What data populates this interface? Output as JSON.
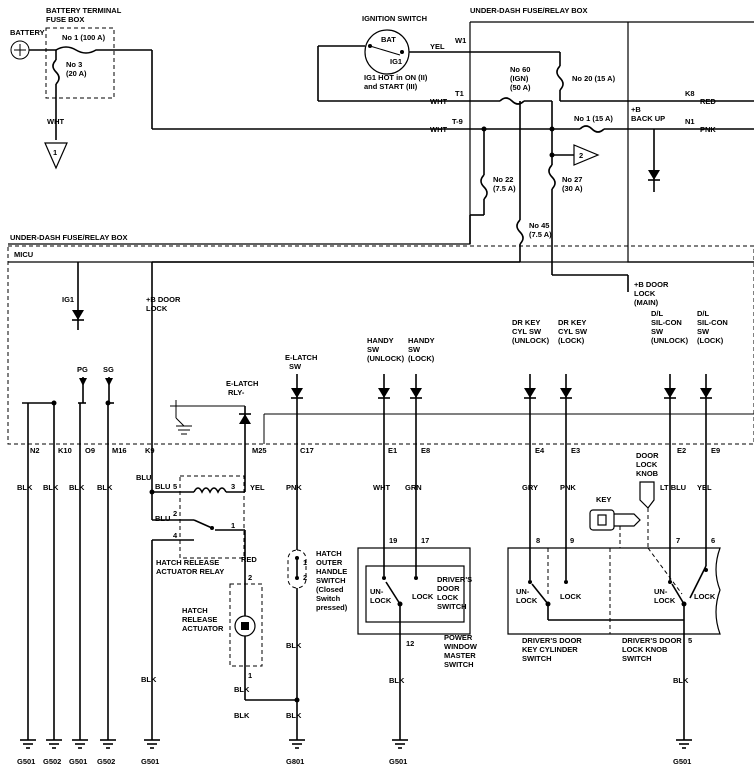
{
  "battery": {
    "label": "BATTERY"
  },
  "battery_fuse_box": {
    "title_line1": "BATTERY TERMINAL",
    "title_line2": "FUSE BOX",
    "fuse1": "No 1 (100 A)",
    "fuse3a": "No 3",
    "fuse3b": "(20 A)",
    "wire": "WHT",
    "ref": "1"
  },
  "ignition_switch": {
    "title": "IGNITION SWITCH",
    "bat": "BAT",
    "ig1": "IG1",
    "note1": "IG1 HOT in ON (II)",
    "note2": "and START (III)"
  },
  "underdash_top": {
    "title": "UNDER-DASH FUSE/RELAY BOX",
    "w1": "W1",
    "yel": "YEL",
    "t1": "T1",
    "t1_wire": "WHT",
    "t9": "T-9",
    "t9_wire": "WHT",
    "fuse60a": "No 60",
    "fuse60b": "(IGN)",
    "fuse60c": "(50 A)",
    "fuse20": "No 20 (15 A)",
    "fuse1": "No 1 (15 A)",
    "backup1": "+B",
    "backup2": "BACK UP",
    "k8": "K8",
    "red": "RED",
    "n1": "N1",
    "pnk": "PNK",
    "ref2": "2",
    "fuse22a": "No 22",
    "fuse22b": "(7.5 A)",
    "fuse27a": "No 27",
    "fuse27b": "(30 A)",
    "fuse45a": "No 45",
    "fuse45b": "(7.5 A)"
  },
  "underdash_left": {
    "title": "UNDER-DASH FUSE/RELAY BOX"
  },
  "micu": {
    "title": "MICU",
    "ig1": "IG1",
    "bdoor1": "+B DOOR",
    "bdoor2": "LOCK",
    "bmain1": "+B DOOR",
    "bmain2": "LOCK",
    "bmain3": "(MAIN)"
  },
  "inputs": {
    "pg": "PG",
    "sg": "SG",
    "elatch_sw1": "E-LATCH",
    "elatch_sw2": "SW",
    "handy_unlock1": "HANDY",
    "handy_unlock2": "SW",
    "handy_unlock3": "(UNLOCK)",
    "handy_lock1": "HANDY",
    "handy_lock2": "SW",
    "handy_lock3": "(LOCK)",
    "drkey_unlock1": "DR KEY",
    "drkey_unlock2": "CYL SW",
    "drkey_unlock3": "(UNLOCK)",
    "drkey_lock1": "DR KEY",
    "drkey_lock2": "CYL SW",
    "drkey_lock3": "(LOCK)",
    "dl_unlock1": "D/L",
    "dl_unlock2": "SIL-CON",
    "dl_unlock3": "SW",
    "dl_unlock4": "(UNLOCK)",
    "dl_lock1": "D/L",
    "dl_lock2": "SIL-CON",
    "dl_lock3": "SW",
    "dl_lock4": "(LOCK)",
    "elatch_rly1": "E-LATCH",
    "elatch_rly2": "RLY-"
  },
  "pins": {
    "n2": "N2",
    "k10": "K10",
    "o9": "O9",
    "m16": "M16",
    "k9": "K9",
    "m25": "M25",
    "c17": "C17",
    "e1": "E1",
    "e8": "E8",
    "e4": "E4",
    "e3": "E3",
    "e2": "E2",
    "e9": "E9"
  },
  "wires": {
    "blk1": "BLK",
    "blk2": "BLK",
    "blk3": "BLK",
    "blk4": "BLK",
    "blu": "BLU",
    "blu5": "BLU",
    "blu2": "BLU",
    "yel": "YEL",
    "pnk": "PNK",
    "wht": "WHT",
    "grn": "GRN",
    "gry": "GRY",
    "pnk2": "PNK",
    "ltblu": "LT BLU",
    "yel2": "YEL",
    "red": "RED",
    "blk_act": "BLK",
    "blk_act2": "BLK",
    "blk_hatch": "BLK",
    "blk_hatch2": "BLK",
    "blk_pw": "BLK",
    "blk_dl": "BLK",
    "blk_left": "BLK"
  },
  "relay": {
    "p5": "5",
    "p3": "3",
    "p2": "2",
    "p1": "1",
    "p4": "4",
    "name1": "HATCH RELEASE",
    "name2": "ACTUATOR RELAY"
  },
  "actuator": {
    "p2": "2",
    "p1": "1",
    "name1": "HATCH",
    "name2": "RELEASE",
    "name3": "ACTUATOR"
  },
  "hatch_switch": {
    "p1": "1",
    "p2": "2",
    "n1": "HATCH",
    "n2": "OUTER",
    "n3": "HANDLE",
    "n4": "SWITCH",
    "n5": "(Closed",
    "n6": "Switch",
    "n7": "pressed)"
  },
  "pw_master": {
    "p19": "19",
    "p17": "17",
    "p12": "12",
    "unlock1": "UN-",
    "unlock2": "LOCK",
    "lock": "LOCK",
    "dd1": "DRIVER'S",
    "dd2": "DOOR",
    "dd3": "LOCK",
    "dd4": "SWITCH",
    "n1": "POWER",
    "n2": "WINDOW",
    "n3": "MASTER",
    "n4": "SWITCH"
  },
  "key_cyl": {
    "p8": "8",
    "p9": "9",
    "unlock1": "UN-",
    "unlock2": "LOCK",
    "lock": "LOCK",
    "n1": "DRIVER'S DOOR",
    "n2": "KEY CYLINDER",
    "n3": "SWITCH",
    "key": "KEY"
  },
  "knob_sw": {
    "p7": "7",
    "p6": "6",
    "p5": "5",
    "unlock1": "UN-",
    "unlock2": "LOCK",
    "lock": "LOCK",
    "n1": "DRIVER'S DOOR",
    "n2": "LOCK KNOB",
    "n3": "SWITCH",
    "knob1": "DOOR",
    "knob2": "LOCK",
    "knob3": "KNOB"
  },
  "grounds": {
    "g1": "G501",
    "g2": "G502",
    "g3": "G501",
    "g4": "G502",
    "g5": "G501",
    "g6": "G801",
    "g7": "G501",
    "g8": "G501"
  }
}
